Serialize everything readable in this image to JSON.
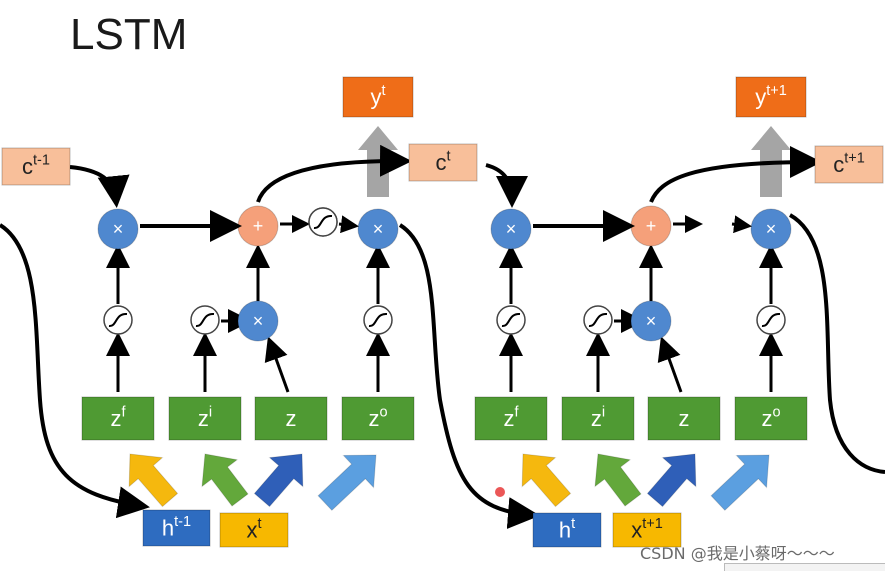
{
  "title": "LSTM",
  "watermark": "CSDN @我是小蔡呀～～～",
  "colors": {
    "output_box": "#ef6d18",
    "cell_box": "#f8bf9a",
    "gate_box": "#4f9a33",
    "h_box": "#2e6cc0",
    "x_box": "#f7b800",
    "mult_node": "#4f88cf",
    "add_node": "#f5a07a",
    "arrow_orange": "#f5b80e",
    "arrow_green": "#63a83b",
    "arrow_blue": "#2f5fb8",
    "arrow_lightblue": "#5b9fe0",
    "gray_arrow": "#a5a5a5"
  },
  "labels": {
    "c_prev": {
      "base": "c",
      "sup": "t-1"
    },
    "c_t": {
      "base": "c",
      "sup": "t"
    },
    "c_next": {
      "base": "c",
      "sup": "t+1"
    },
    "y_t": {
      "base": "y",
      "sup": "t"
    },
    "y_next": {
      "base": "y",
      "sup": "t+1"
    },
    "h_prev": {
      "base": "h",
      "sup": "t-1"
    },
    "h_t": {
      "base": "h",
      "sup": "t"
    },
    "x_t": {
      "base": "x",
      "sup": "t"
    },
    "x_next": {
      "base": "x",
      "sup": "t+1"
    },
    "z_f": {
      "base": "z",
      "sup": "f"
    },
    "z_i": {
      "base": "z",
      "sup": "i"
    },
    "z": {
      "base": "z",
      "sup": ""
    },
    "z_o": {
      "base": "z",
      "sup": "o"
    },
    "mult_symbol": "×",
    "add_symbol": "+"
  }
}
